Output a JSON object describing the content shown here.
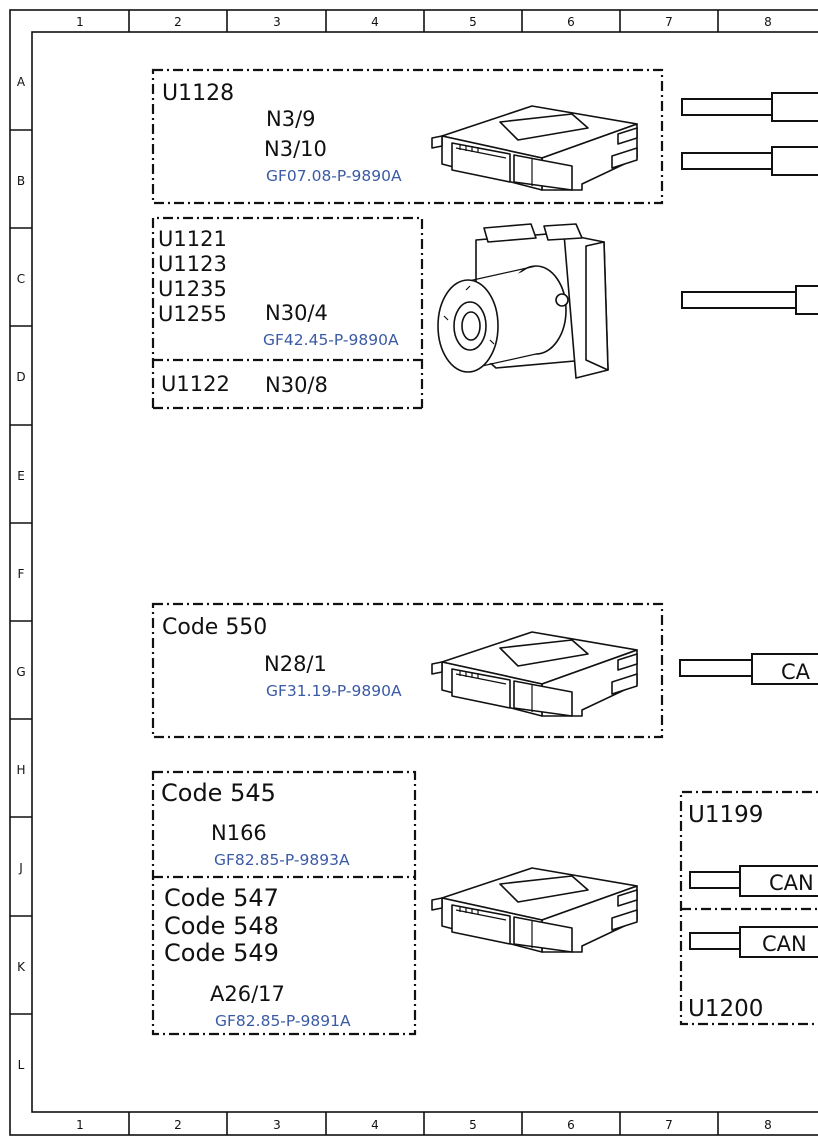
{
  "grid": {
    "columns": [
      "1",
      "2",
      "3",
      "4",
      "5",
      "6",
      "7",
      "8"
    ],
    "rows": [
      "A",
      "B",
      "C",
      "D",
      "E",
      "F",
      "G",
      "H",
      "J",
      "K",
      "L"
    ]
  },
  "blocks": {
    "a": {
      "codes": [
        "U1128"
      ],
      "parts": [
        "N3/9",
        "N3/10"
      ],
      "ref": "GF07.08-P-9890A"
    },
    "c": {
      "codes": [
        "U1121",
        "U1123",
        "U1235",
        "U1255"
      ],
      "part": "N30/4",
      "ref": "GF42.45-P-9890A"
    },
    "d": {
      "code": "U1122",
      "part": "N30/8"
    },
    "g": {
      "code": "Code 550",
      "part": "N28/1",
      "ref": "GF31.19-P-9890A"
    },
    "h": {
      "code": "Code 545",
      "part": "N166",
      "ref": "GF82.85-P-9893A"
    },
    "k": {
      "codes": [
        "Code 547",
        "Code 548",
        "Code 549"
      ],
      "part": "A26/17",
      "ref": "GF82.85-P-9891A"
    },
    "right": {
      "top_code": "U1199",
      "bottom_code": "U1200",
      "plug_g": "CA",
      "plug_j": "CAN",
      "plug_k": "CAN"
    }
  }
}
